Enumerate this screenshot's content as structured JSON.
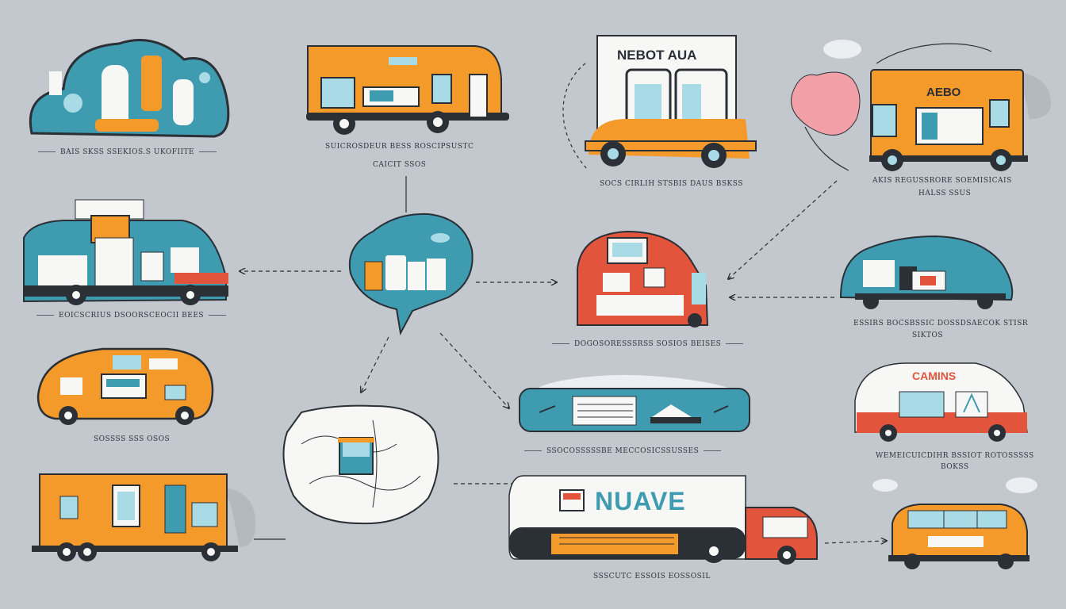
{
  "diagram": {
    "colors": {
      "background": "#c3c7ce",
      "orange": "#f39a2b",
      "teal": "#3f9bb0",
      "red": "#e2553c",
      "dark": "#2b2f36",
      "white": "#f7f7f5",
      "pink": "#f2a0a8"
    },
    "signs": {
      "truck_top_center": "NEBOT AUA",
      "truck_top_right": "AEBO",
      "van_right_middle": "CAMINS",
      "truck_bottom_center": "NUAVE"
    },
    "captions": {
      "cloud_top_left": "BAIS SKSS SSEKIOS.S UKOFIITE",
      "truck_top_left_line1": "SUICROSDEUR BESS ROSCIPSUSTC",
      "truck_top_left_line2": "CAICIT SSOS",
      "truck_top_center": "SOCS CIRLIH STSBIS DAUS BSKSS",
      "truck_top_right_line1": "AKIS REGUSSRORE SOEMISICAIS",
      "truck_top_right_line2": "HALSS SSUS",
      "camper_left_middle": "EOICSCRIUS DSOORSCEOCII BEES",
      "red_trailer_center": "DOGOSORESSSRSS SOSIOS BEISES",
      "van_right_middle_line1": "ESSIRS BOCSBSSIC DOSSDSAECOK STISR",
      "van_right_middle_line2": "SIKTOS",
      "caravan_left_lower": "SOSSSS SSS OSOS",
      "train_center": "SSOCOSSSSSBE MECCOSICSSUSSES",
      "van_right_lower_line1": "WEMEICUICDIHR BSSIOT ROTOSSSSS",
      "van_right_lower_line2": "BOKSS",
      "truck_bottom_center": "SSSCUTC ESSOIS EOSSOSIL"
    },
    "icons": [
      "cloud-icon",
      "truck-icon",
      "caravan-icon",
      "map-icon",
      "speech-bubble-icon",
      "heart-icon"
    ]
  }
}
